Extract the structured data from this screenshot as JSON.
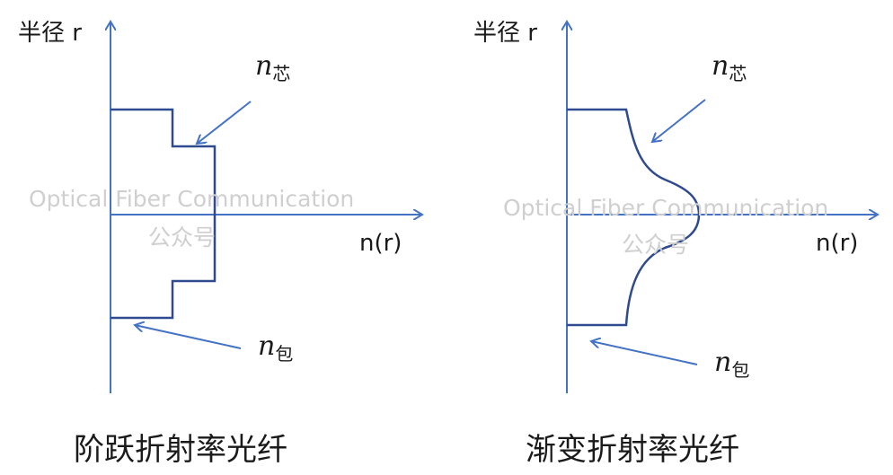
{
  "colors": {
    "axis": "#4472c4",
    "profile": "#2f4a8f",
    "arrow": "#4472c4",
    "text": "#1a1a1a",
    "watermark": "#cfcfcf"
  },
  "left": {
    "y_axis_label": "半径 r",
    "x_axis_label": "n(r)",
    "core_label_n": "n",
    "core_label_sub": "芯",
    "cladding_label_n": "n",
    "cladding_label_sub": "包",
    "caption": "阶跃折射率光纤",
    "watermark_line1": "Optical Fiber Communication",
    "watermark_line2": "公众号"
  },
  "right": {
    "y_axis_label": "半径 r",
    "x_axis_label": "n(r)",
    "core_label_n": "n",
    "core_label_sub": "芯",
    "cladding_label_n": "n",
    "cladding_label_sub": "包",
    "caption": "渐变折射率光纤",
    "watermark_line1": "Optical Fiber Communication",
    "watermark_line2": "公众号"
  }
}
